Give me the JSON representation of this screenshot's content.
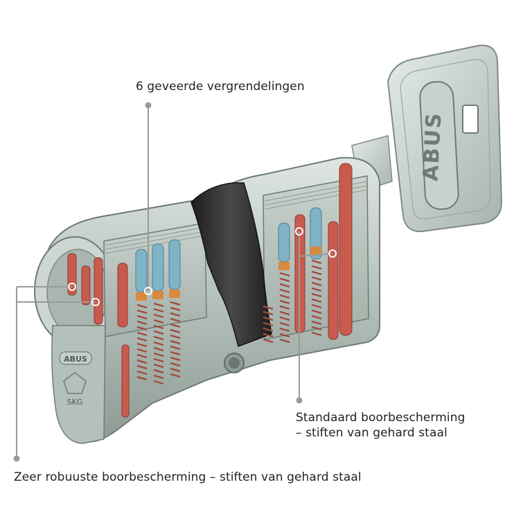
{
  "labels": {
    "locking_pins": "6 geveerde vergrendelingen",
    "standard_drill_line1": "Standaard boorbescherming",
    "standard_drill_line2": "– stiften van gehard staal",
    "robust_drill": "Zeer robuuste boorbescherming – stiften van gehard staal"
  },
  "key_brand": "ABUS",
  "cylinder_brand": "ABUS",
  "cylinder_mark": "SKG",
  "colors": {
    "background": "#ffffff",
    "leader_line": "#9a9a9a",
    "metal": "#bfcac4",
    "metal_dark": "#8e9a94",
    "hardened_pin_red": "#c85a4e",
    "upper_pin_blue": "#7fb3c6",
    "shear_orange": "#d98a3c",
    "cam_black": "#2a2a2a"
  },
  "icons": [
    "key-icon",
    "cylinder-lock-icon"
  ]
}
